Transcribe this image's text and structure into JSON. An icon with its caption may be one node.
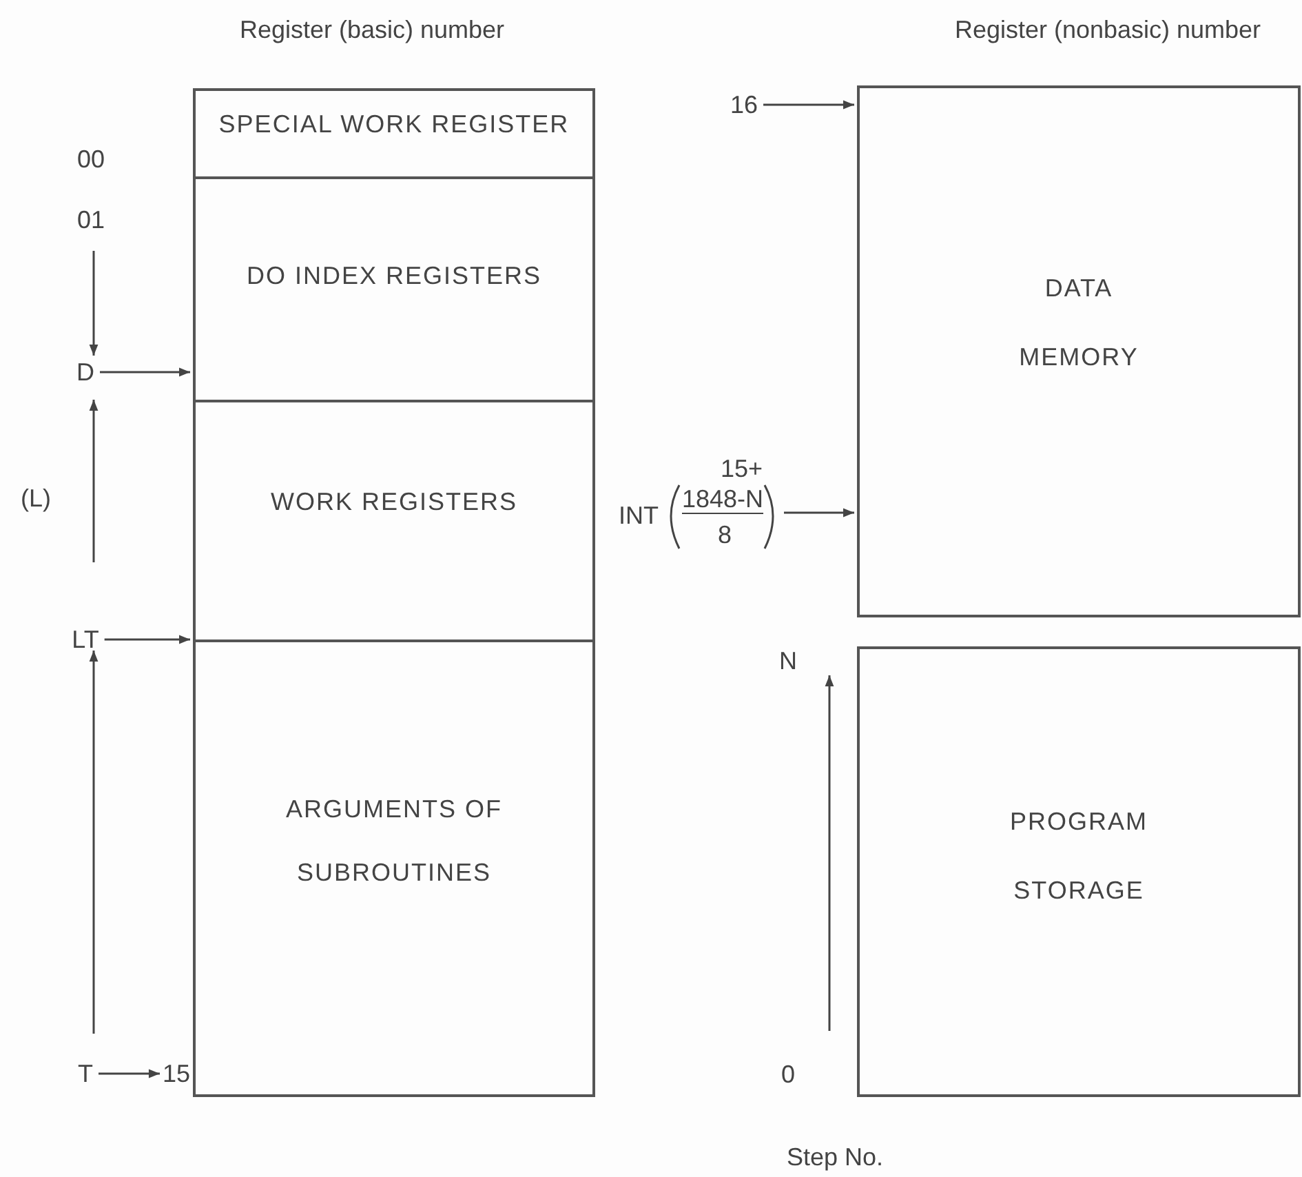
{
  "diagram": {
    "nodes": [
      {
        "text": [
          "SPECIAL WORK REGISTER"
        ]
      },
      {
        "text": [
          "DO INDEX REGISTERS"
        ]
      },
      {
        "text": [
          "WORK REGISTERS"
        ]
      },
      {
        "text": [
          "ARGUMENTS OF SUBROUTINES"
        ]
      },
      {
        "text": [
          "DATA MEMORY"
        ]
      },
      {
        "text": [
          "PROGRAM STORAGE"
        ]
      },
      {
        "text": [
          "D"
        ]
      },
      {
        "text": [
          "LT"
        ]
      },
      {
        "text": [
          "T"
        ]
      },
      {
        "text": [
          "15"
        ]
      },
      {
        "text": [
          "16"
        ]
      },
      {
        "text": [
          "15+",
          "INT",
          "1848-N",
          "8"
        ]
      }
    ],
    "edges": [
      {
        "from": 6,
        "to": 1,
        "arrow": "to"
      },
      {
        "from": 7,
        "to": 2,
        "arrow": "to"
      },
      {
        "from": 8,
        "to": 9,
        "arrow": "to"
      },
      {
        "from": 10,
        "to": 4,
        "arrow": "to"
      },
      {
        "from": 11,
        "to": 4,
        "arrow": "to"
      }
    ],
    "labels": [
      "Register (basic) number",
      "Register (nonbasic) number",
      "00",
      "01",
      "(L)",
      "N",
      "0",
      "Step No."
    ]
  }
}
